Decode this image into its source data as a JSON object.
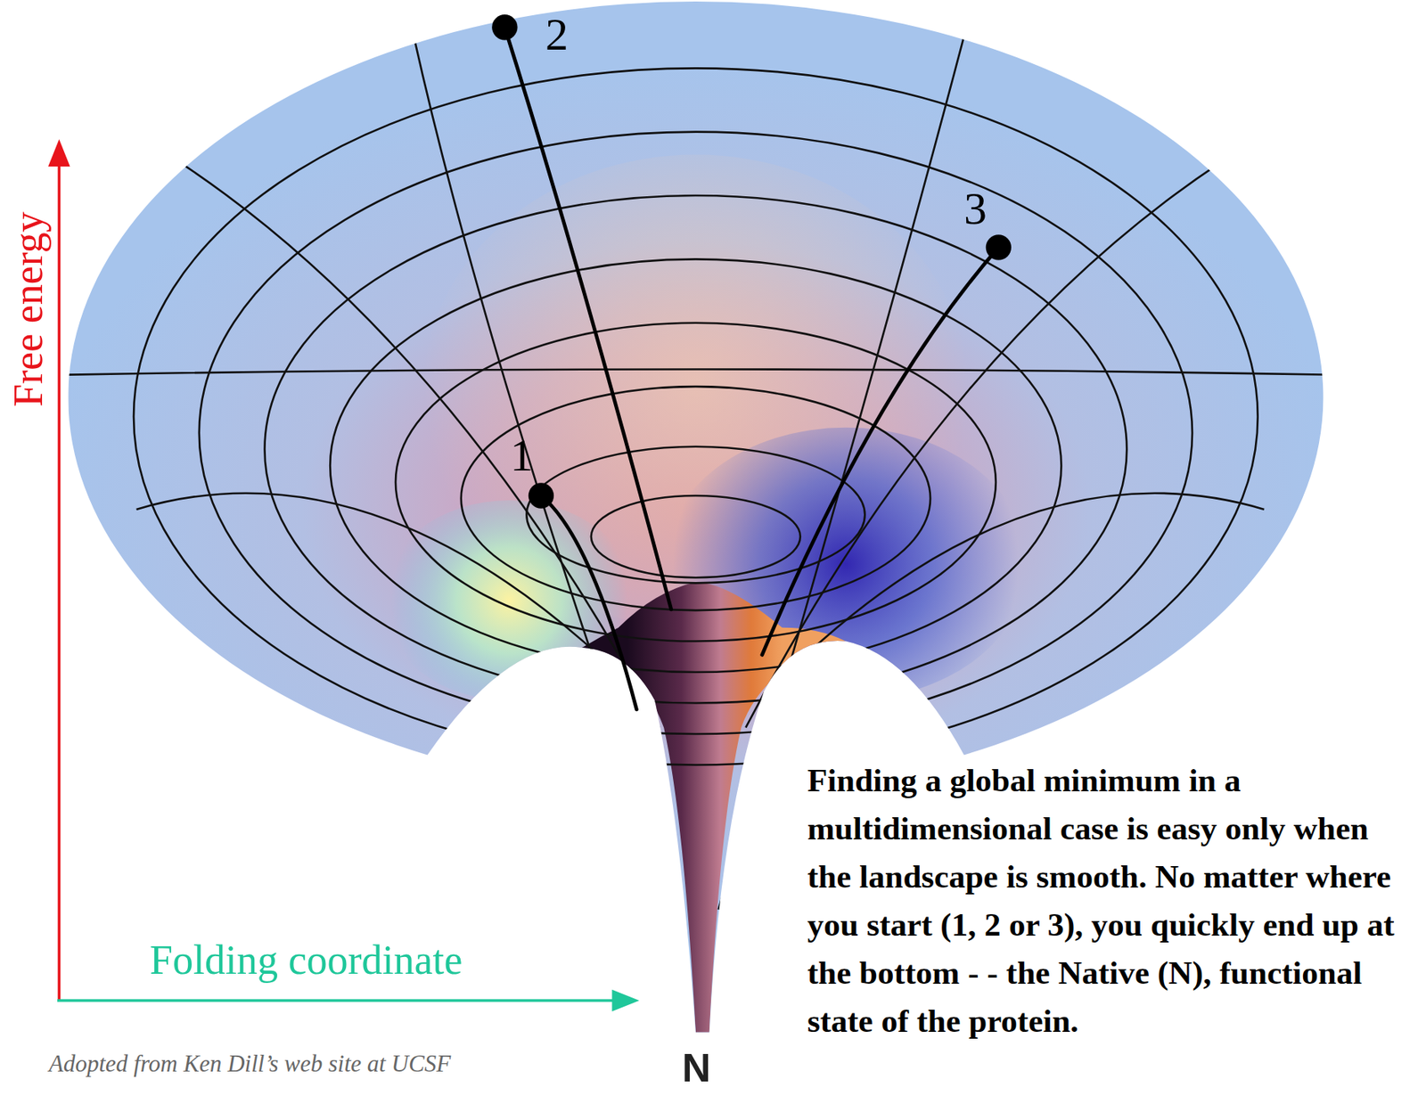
{
  "diagram": {
    "caption": "Finding a global minimum in a multidimensional case is easy only when the landscape is smooth. No matter where you start (1, 2 or 3), you quickly end up at the bottom - - the Native (N), functional state of the protein.",
    "labels": [
      "2",
      "3",
      "Free energy",
      "1",
      "Folding coordinate",
      "N",
      "Adopted from Ken Dill’s web site at UCSF"
    ]
  }
}
